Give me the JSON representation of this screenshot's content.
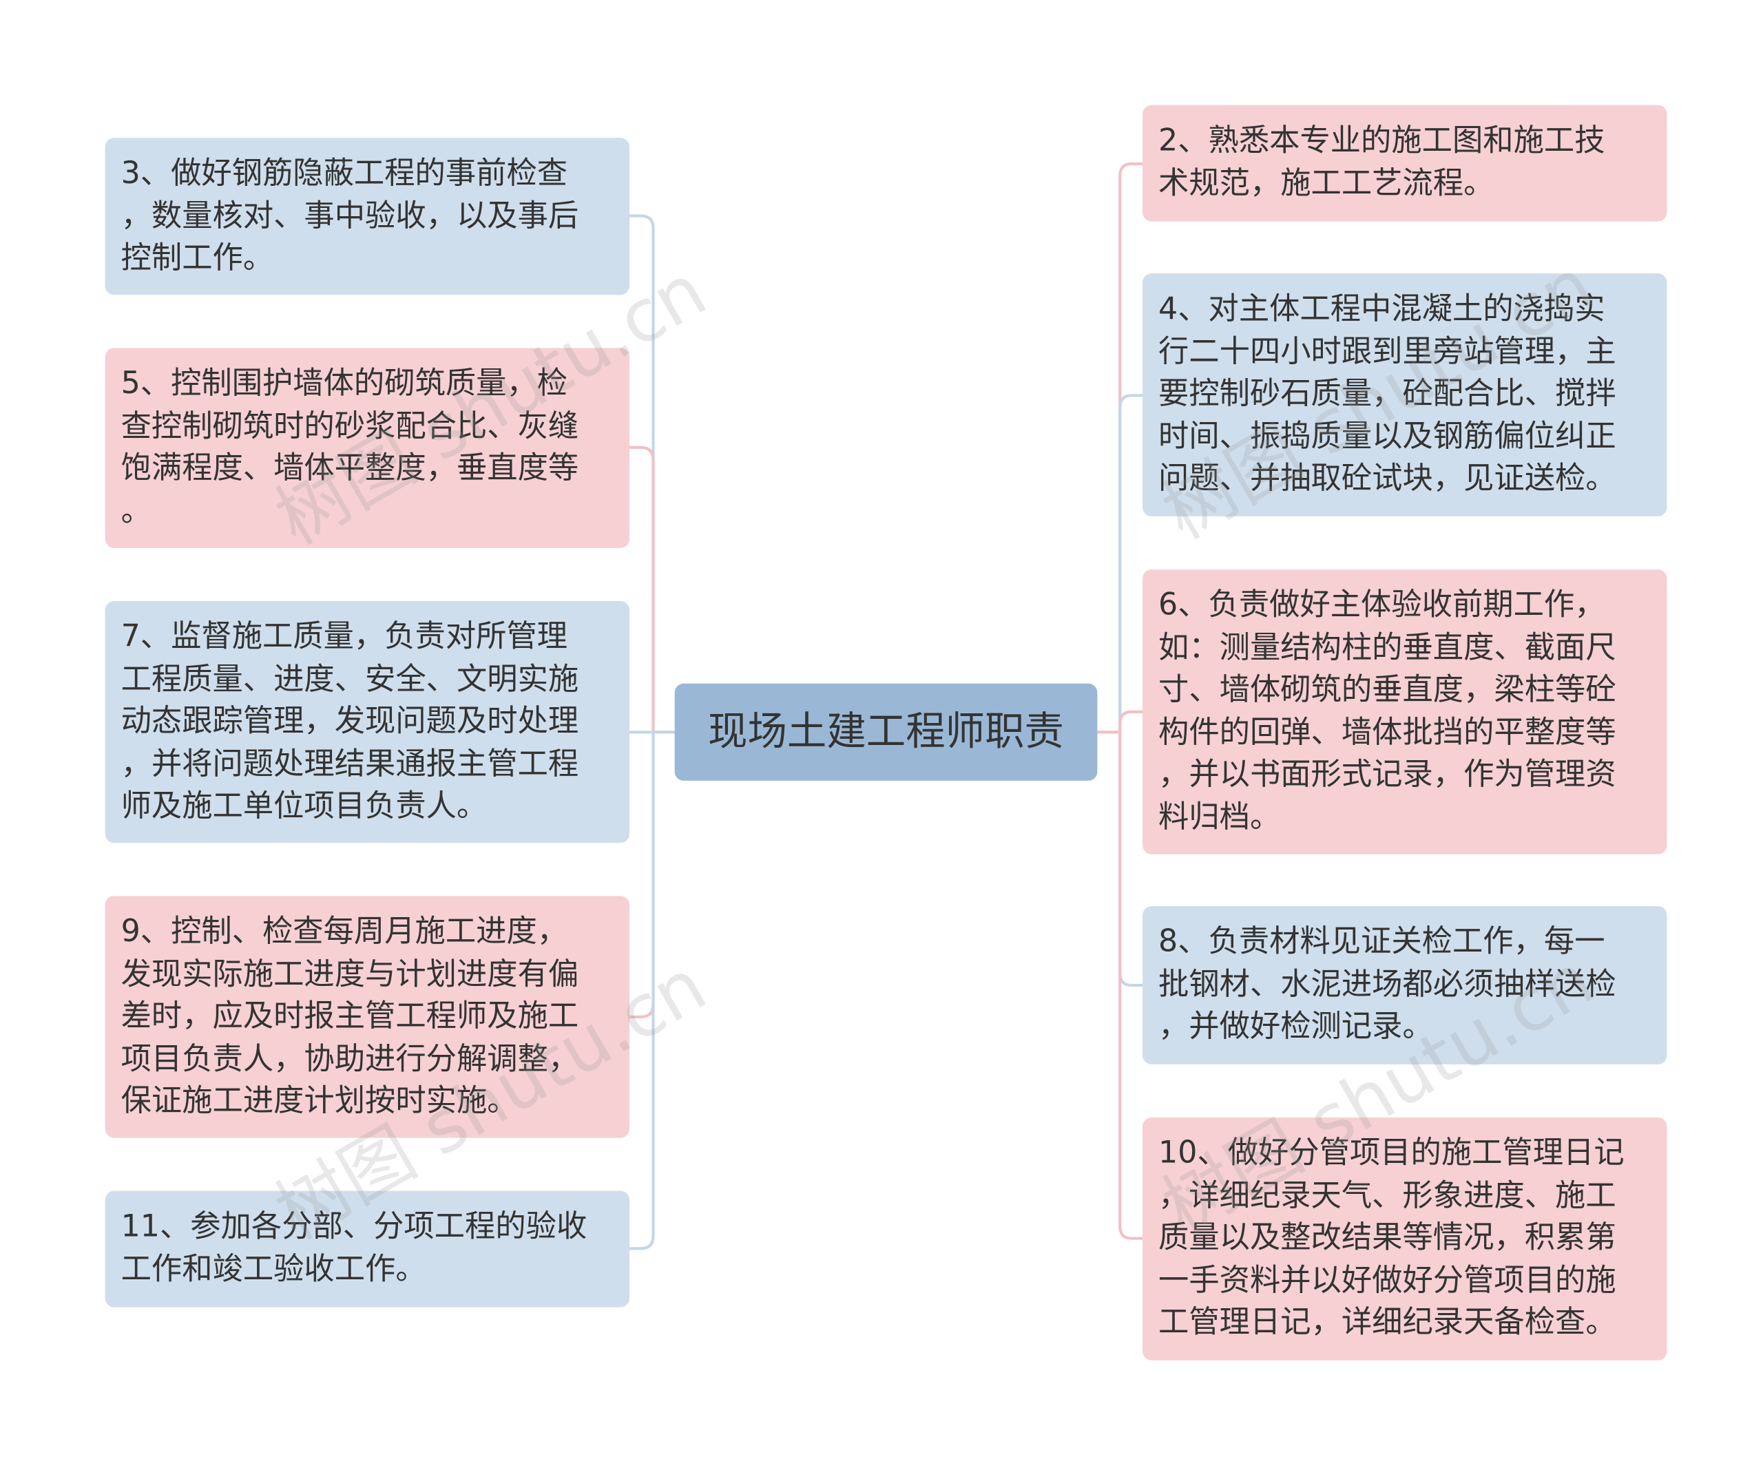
{
  "diagram": {
    "root": "现场土建工程师职责",
    "left_branches": [
      {
        "id": "n3",
        "color": "blue",
        "lines": [
          "3、做好钢筋隐蔽工程的事前检查",
          "，数量核对、事中验收，以及事后",
          "控制工作。"
        ]
      },
      {
        "id": "n5",
        "color": "pink",
        "lines": [
          "5、控制围护墙体的砌筑质量，检",
          "查控制砌筑时的砂浆配合比、灰缝",
          "饱满程度、墙体平整度，垂直度等",
          "。"
        ]
      },
      {
        "id": "n7",
        "color": "blue",
        "lines": [
          "7、监督施工质量，负责对所管理",
          "工程质量、进度、安全、文明实施",
          "动态跟踪管理，发现问题及时处理",
          "，并将问题处理结果通报主管工程",
          "师及施工单位项目负责人。"
        ]
      },
      {
        "id": "n9",
        "color": "pink",
        "lines": [
          "9、控制、检查每周月施工进度，",
          "发现实际施工进度与计划进度有偏",
          "差时，应及时报主管工程师及施工",
          "项目负责人，协助进行分解调整，",
          "保证施工进度计划按时实施。"
        ]
      },
      {
        "id": "n11",
        "color": "blue",
        "lines": [
          "11、参加各分部、分项工程的验收",
          "工作和竣工验收工作。"
        ]
      }
    ],
    "right_branches": [
      {
        "id": "n2",
        "color": "pink",
        "lines": [
          "2、熟悉本专业的施工图和施工技",
          "术规范，施工工艺流程。"
        ]
      },
      {
        "id": "n4",
        "color": "blue",
        "lines": [
          "4、对主体工程中混凝土的浇捣实",
          "行二十四小时跟到里旁站管理，主",
          "要控制砂石质量，砼配合比、搅拌",
          "时间、振捣质量以及钢筋偏位纠正",
          "问题、并抽取砼试块，见证送检。"
        ]
      },
      {
        "id": "n6",
        "color": "pink",
        "lines": [
          "6、负责做好主体验收前期工作，",
          "如：测量结构柱的垂直度、截面尺",
          "寸、墙体砌筑的垂直度，梁柱等砼",
          "构件的回弹、墙体批挡的平整度等",
          "，并以书面形式记录，作为管理资",
          "料归档。"
        ]
      },
      {
        "id": "n8",
        "color": "blue",
        "lines": [
          "8、负责材料见证关检工作，每一",
          "批钢材、水泥进场都必须抽样送检",
          "，并做好检测记录。"
        ]
      },
      {
        "id": "n10",
        "color": "pink",
        "lines": [
          "10、做好分管项目的施工管理日记",
          "，详细纪录天气、形象进度、施工",
          "质量以及整改结果等情况，积累第",
          "一手资料并以好做好分管项目的施",
          "工管理日记，详细纪录天备检查。"
        ]
      }
    ],
    "colors": {
      "blue_fill": "#cfdeec",
      "pink_fill": "#f6d0d3",
      "root_fill": "#9ab8d5",
      "blue_line": "#c3d6ea",
      "pink_line": "#f2c0c4"
    },
    "watermark": "树图 shutu.cn"
  }
}
